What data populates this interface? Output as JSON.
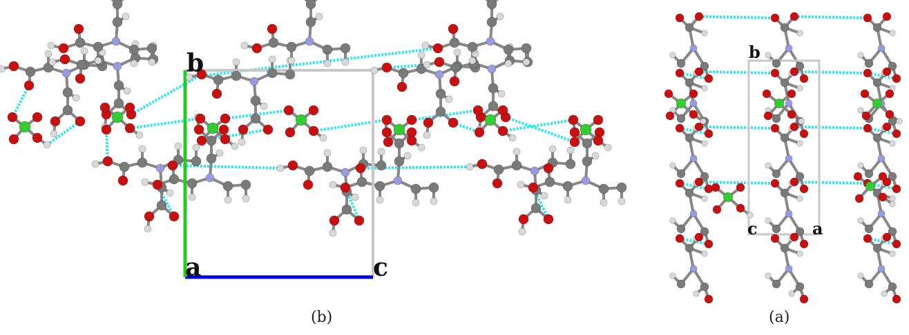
{
  "panels": [
    {
      "id": "b",
      "caption": "(b)",
      "axis_labels": [
        "b",
        "a",
        "c"
      ],
      "axis_colors": {
        "b": "#22cc22",
        "c": "#0000dd"
      }
    },
    {
      "id": "a",
      "caption": "(a)",
      "axis_labels": [
        "b",
        "c",
        "a"
      ]
    }
  ],
  "colors": {
    "carbon": "#7a7a7a",
    "oxygen": "#c81010",
    "nitrogen": "#9a9ae0",
    "hydrogen": "#d9d9d9",
    "phosphorus": "#33cc33",
    "hbond": "#2ee6f0",
    "bond": "#888888",
    "cell_edge": "#c8c8c8"
  }
}
